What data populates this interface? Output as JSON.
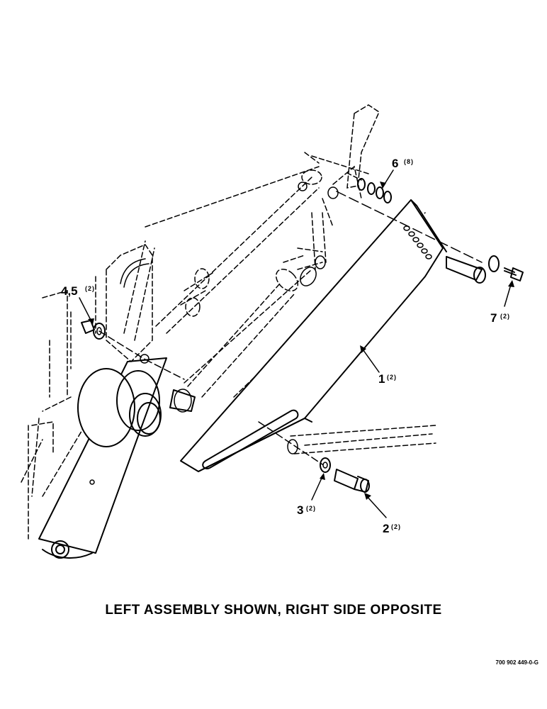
{
  "callouts": [
    {
      "num": "1",
      "qty": "(2)"
    },
    {
      "num": "2",
      "qty": "(2)"
    },
    {
      "num": "3",
      "qty": "(2)"
    },
    {
      "num": "4,5",
      "qty": "(2)"
    },
    {
      "num": "6",
      "qty": "(8)"
    },
    {
      "num": "7",
      "qty": "(2)"
    }
  ],
  "caption": "LEFT ASSEMBLY SHOWN, RIGHT SIDE OPPOSITE",
  "drawing_number": "700 902 449-0-G"
}
